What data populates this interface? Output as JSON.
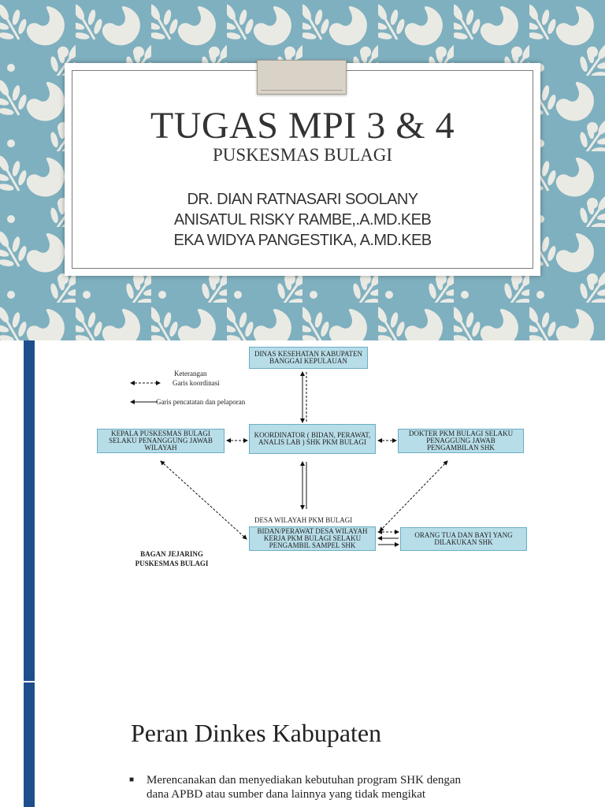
{
  "slide1": {
    "title": "TUGAS MPI 3 & 4",
    "subtitle": "PUSKESMAS BULAGI",
    "names": [
      "DR. DIAN RATNASARI SOOLANY",
      "ANISATUL RISKY RAMBE,.A.MD.KEB",
      "EKA WIDYA PANGESTIKA, A.MD.KEB"
    ],
    "colors": {
      "background": "#7fb0bf",
      "pattern": "#eaeae4",
      "card": "#ffffff"
    }
  },
  "slide2": {
    "legend": {
      "heading": "Keterangan",
      "coordination": "Garis koordinasi",
      "reporting": "Garis pencatatan dan pelaporan"
    },
    "boxes": {
      "dinas": "DINAS KESEHATAN KABUPATEN BANGGAI KEPULAUAN",
      "kepala": "KEPALA PUSKESMAS BULAGI SELAKU PENANGGUNG JAWAB WILAYAH",
      "koordinator": "KOORDINATOR ( BIDAN, PERAWAT, ANALIS  LAB ) SHK PKM BULAGI",
      "dokter": "DOKTER PKM BULAGI SELAKU PENAGGUNG JAWAB PENGAMBILAN SHK",
      "bidan": "BIDAN/PERAWAT DESA WILAYAH KERJA PKM BULAGI SELAKU PENGAMBIL SAMPEL SHK",
      "orangtua": "ORANG TUA DAN BAYI YANG DILAKUKAN SHK"
    },
    "desa_label": "DESA WILAYAH PKM BULAGI",
    "caption": [
      "BAGAN JEJARING",
      "PUSKESMAS BULAGI"
    ],
    "colors": {
      "box_fill": "#b7dde8",
      "box_border": "#6aaec4",
      "accent_bar": "#1f4e8c"
    }
  },
  "slide3": {
    "title": "Peran Dinkes Kabupaten",
    "bullet_icon": "square-bullet",
    "bullets": [
      "Merencanakan dan menyediakan kebutuhan program SHK dengan dana APBD atau sumber dana lainnya yang tidak mengikat"
    ]
  }
}
